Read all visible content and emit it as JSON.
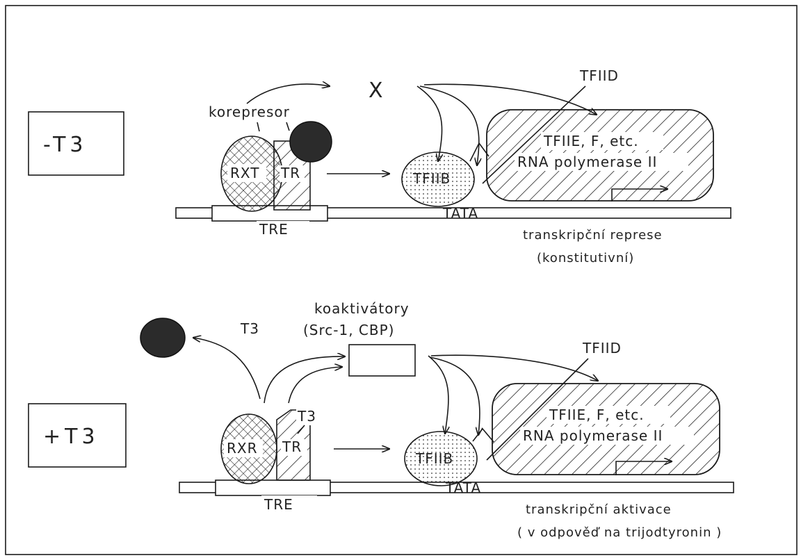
{
  "top": {
    "condition": "-T3",
    "corepressor_label": "korepresor",
    "x_label": "X",
    "tfiid_label": "TFIID",
    "rx_label": "RXT",
    "tr_label": "TR",
    "tfiib_label": "TFIIB",
    "complex_line1": "TFIIE, F, etc.",
    "complex_line2": "RNA polymerase II",
    "tata_label": "TATA",
    "tre_label": "TRE",
    "result_line1": "transkripční represe",
    "result_line2": "(konstitutivní)"
  },
  "bottom": {
    "condition": "+T3",
    "coactivators_line1": "koaktivátory",
    "coactivators_line2": "(Src-1, CBP)",
    "t3_label": "T3",
    "t3_bound_label": "T3",
    "tfiid_label": "TFIID",
    "rx_label": "RXR",
    "tr_label": "TR",
    "tfiib_label": "TFIIB",
    "complex_line1": "TFIIE, F, etc.",
    "complex_line2": "RNA polymerase II",
    "tata_label": "TATA",
    "tre_label": "TRE",
    "result_line1": "transkripční aktivace",
    "result_line2": "( v odpověď na trijodtyronin )"
  }
}
